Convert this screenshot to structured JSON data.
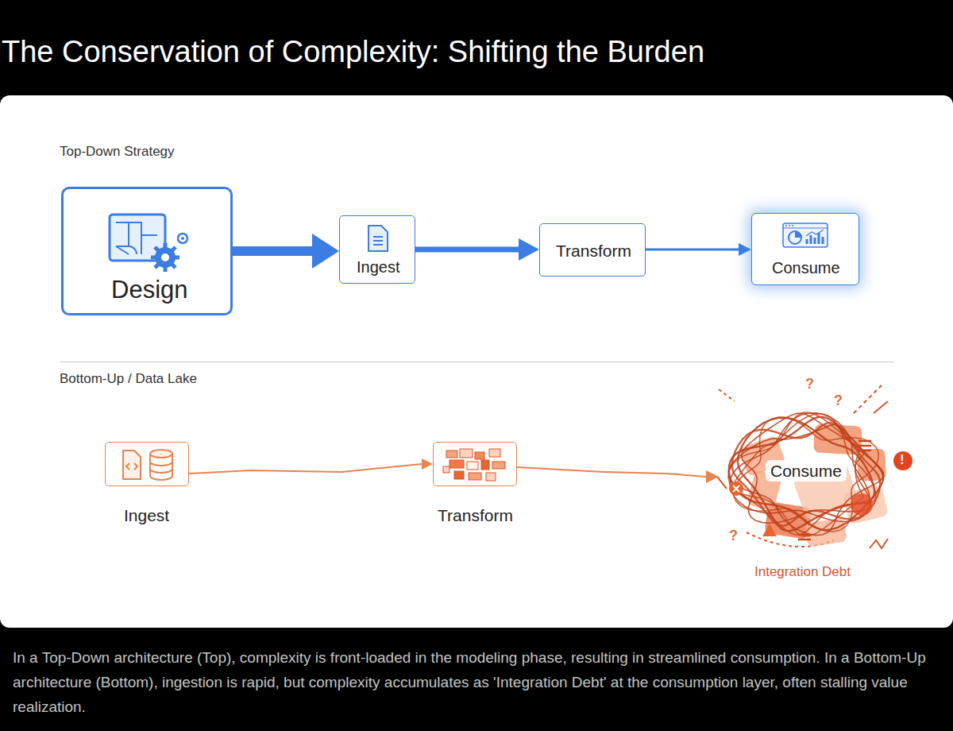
{
  "diagram": {
    "title": "The Conservation of Complexity: Shifting the Burden",
    "caption": "In a Top-Down architecture (Top), complexity is front-loaded in the modeling phase, resulting in streamlined consumption. In a Bottom-Up architecture (Bottom), ingestion is rapid, but complexity accumulates as 'Integration Debt' at the consumption layer, often stalling value realization.",
    "nodes": [
      {
        "text": [
          "Design"
        ]
      },
      {
        "text": [
          "Ingest"
        ]
      },
      {
        "text": [
          "Transform"
        ]
      },
      {
        "text": [
          "Consume"
        ]
      },
      {
        "text": [
          "Ingest"
        ]
      },
      {
        "text": [
          "Transform"
        ]
      },
      {
        "text": [
          "Consume"
        ]
      }
    ],
    "edges": [
      {
        "from": 0,
        "to": 1,
        "arrow": "to"
      },
      {
        "from": 1,
        "to": 2,
        "arrow": "to"
      },
      {
        "from": 2,
        "to": 3,
        "arrow": "to"
      },
      {
        "from": 4,
        "to": 5,
        "arrow": "to"
      },
      {
        "from": 5,
        "to": 6,
        "arrow": "to"
      }
    ],
    "labels": [
      "Top-Down Strategy",
      "Bottom-Up / Data Lake",
      "Integration Debt",
      "?",
      "?",
      "?",
      "!"
    ]
  }
}
